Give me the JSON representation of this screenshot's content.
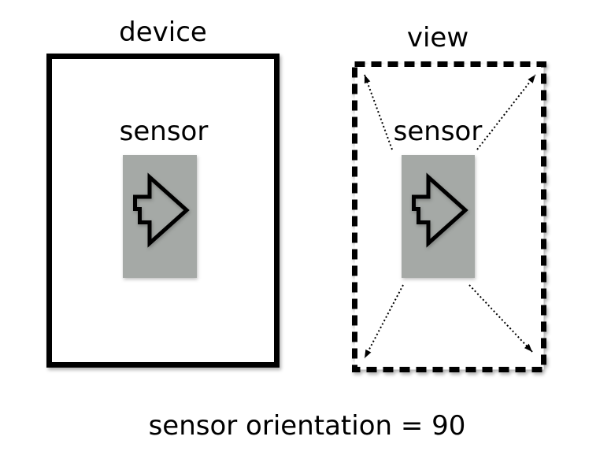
{
  "panels": {
    "device": {
      "label": "device",
      "sensor_label": "sensor",
      "sensor_icon": "block-arrow-right-icon"
    },
    "view": {
      "label": "view",
      "sensor_label": "sensor",
      "sensor_icon": "block-arrow-right-icon",
      "fov_arrows": [
        "top-left",
        "top-right",
        "bottom-left",
        "bottom-right"
      ]
    }
  },
  "caption": "sensor orientation = 90",
  "sensor_orientation_value": "90",
  "colors": {
    "sensor_fill": "#a5a9a6",
    "line_color": "#000000",
    "canvas_bg": "#ffffff",
    "text_color": "#000000"
  }
}
